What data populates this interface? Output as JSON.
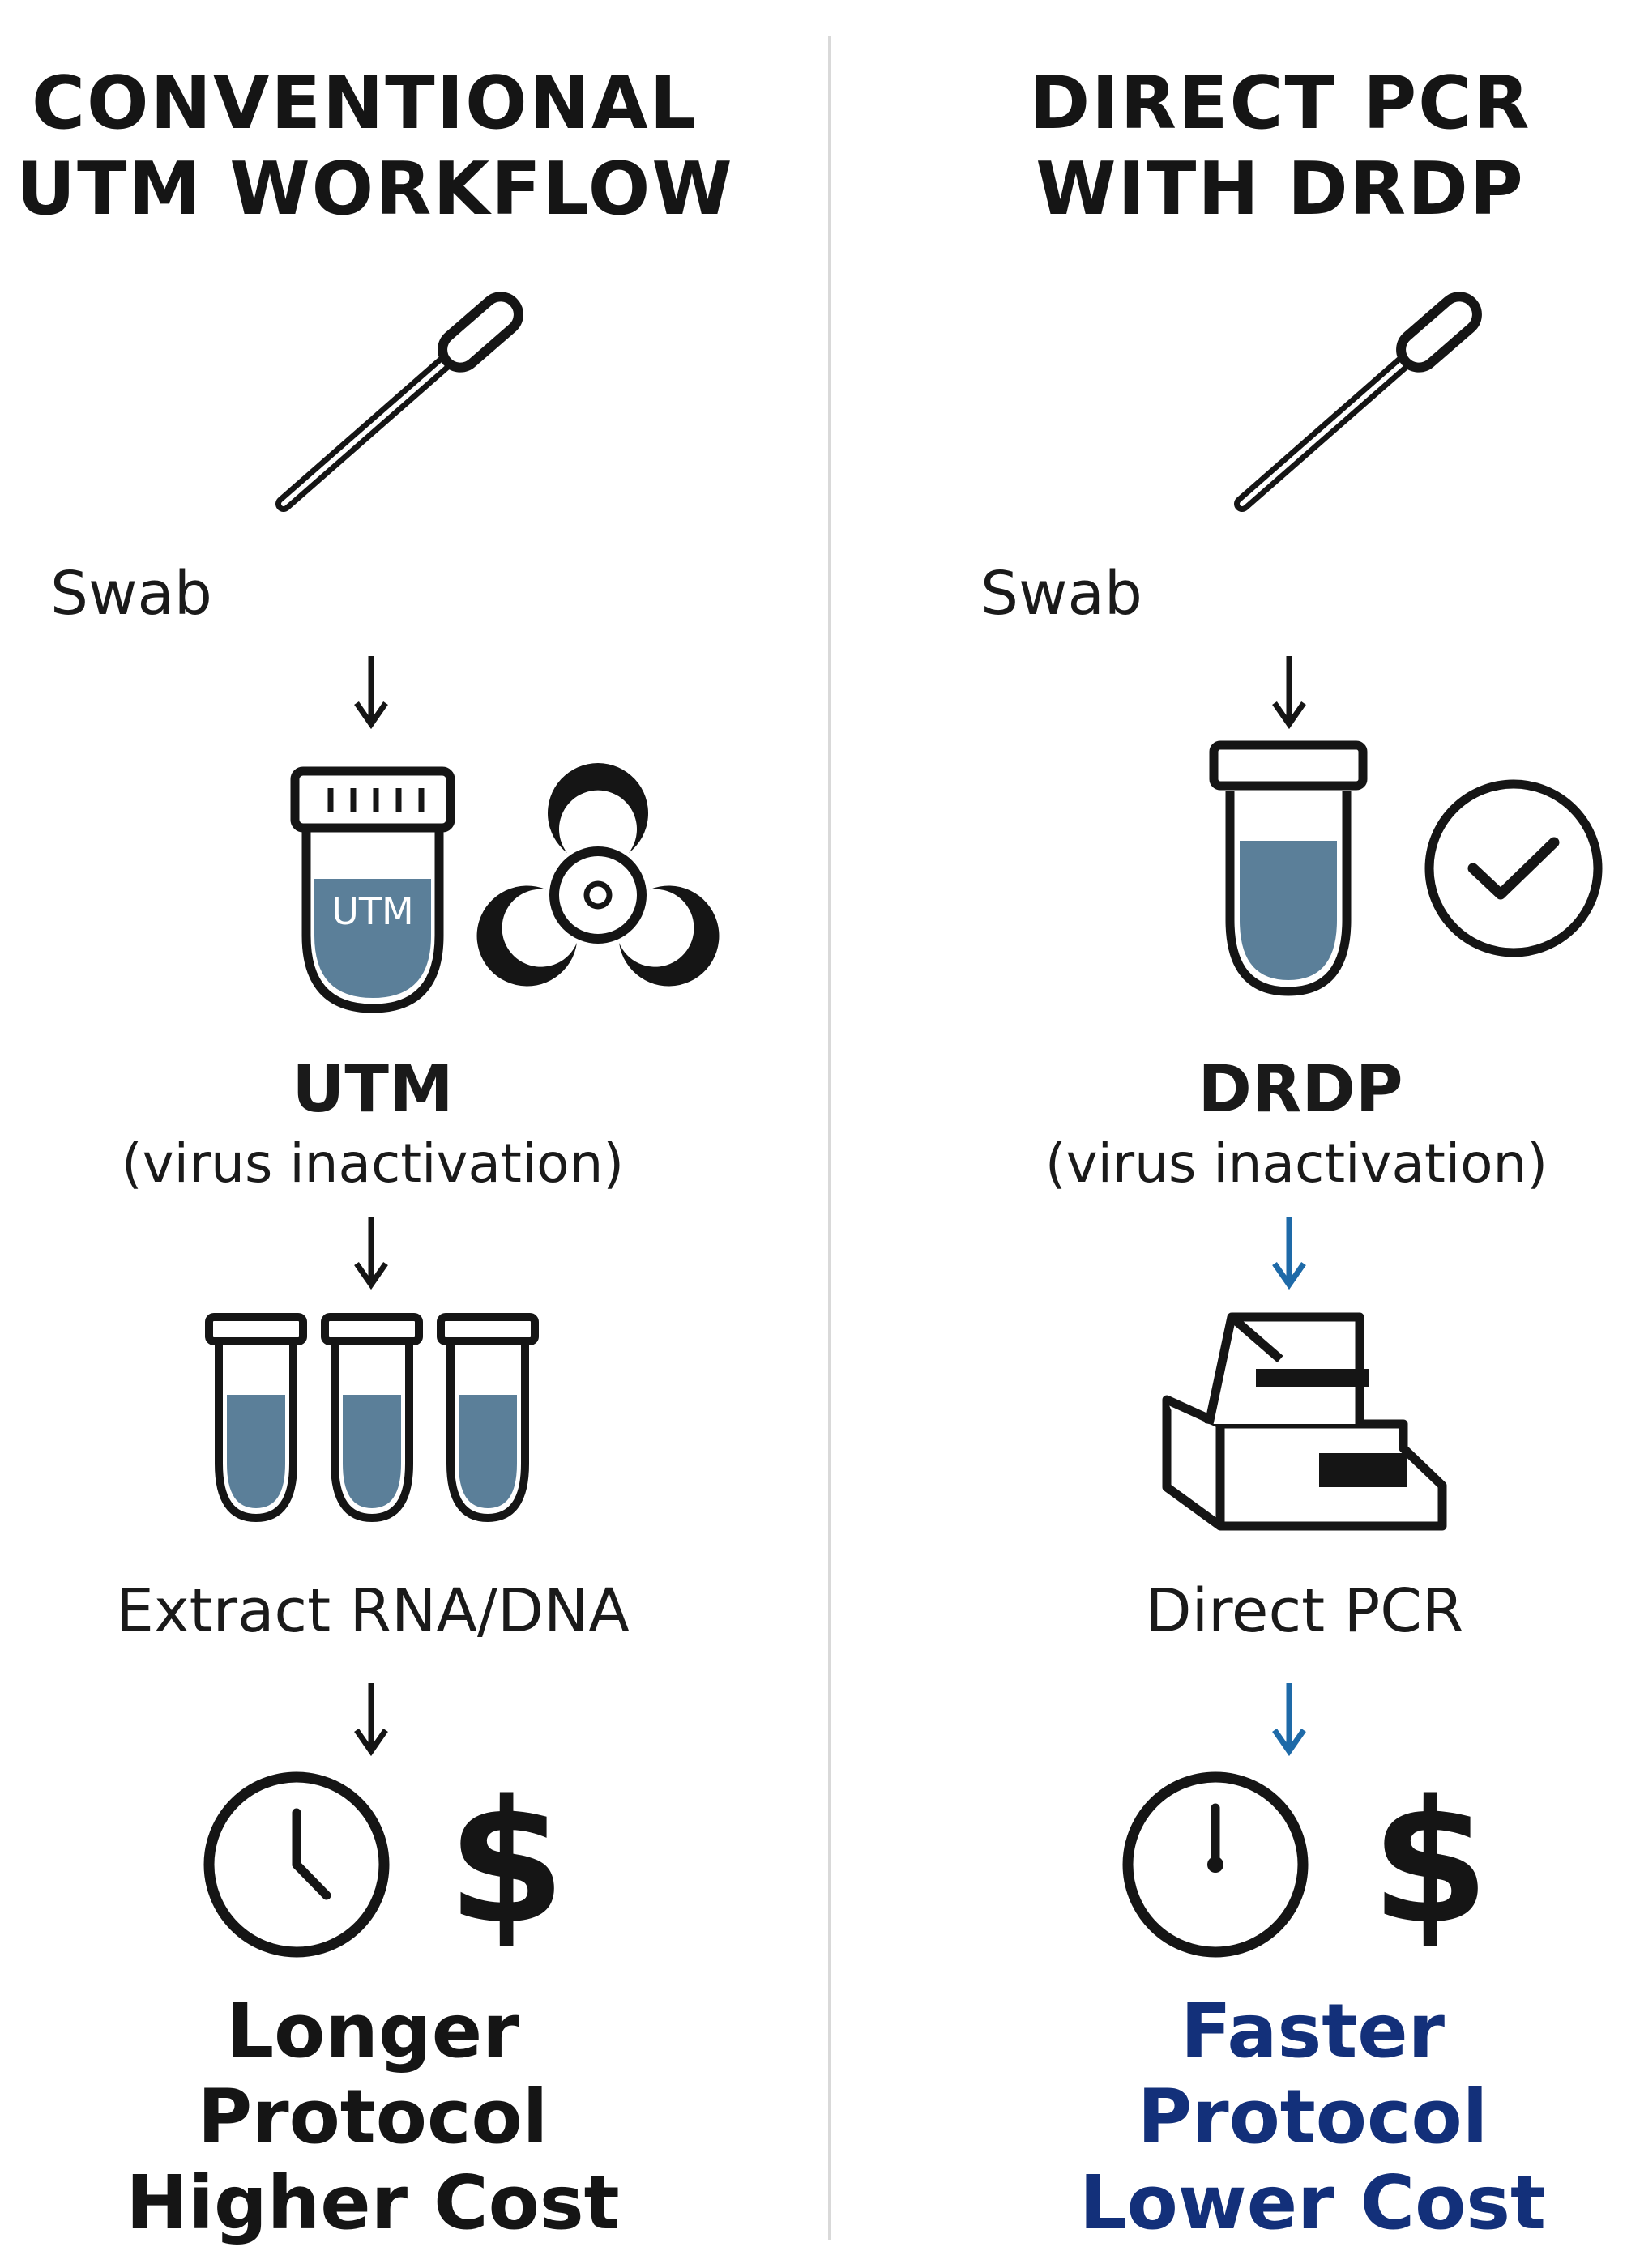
{
  "colors": {
    "ink": "#151515",
    "fluid": "#5b7f99",
    "arrow_blue": "#1e6aa8",
    "navy": "#13307a",
    "divider": "#d9d9d9"
  },
  "left": {
    "heading": [
      "CONVENTIONAL",
      "UTM WORKFLOW"
    ],
    "swab_label": "Swab",
    "tube_label": "UTM",
    "stage_title": "UTM",
    "stage_sub": "(virus inactivation)",
    "extract_label": "Extract RNA/DNA",
    "dollar": "$",
    "outcome": [
      "Longer",
      "Protocol",
      "Higher Cost"
    ],
    "icons": [
      "swab-icon",
      "tube-icon",
      "biohazard-icon",
      "test-tubes-icon",
      "clock-icon",
      "dollar-icon"
    ]
  },
  "right": {
    "heading": [
      "DIRECT PCR",
      "WITH DRDP"
    ],
    "swab_label": "Swab",
    "stage_title": "DRDP",
    "stage_sub": "(virus inactivation)",
    "pcr_label": "Direct PCR",
    "dollar": "$",
    "outcome": [
      "Faster",
      "Protocol",
      "Lower Cost"
    ],
    "icons": [
      "swab-icon",
      "tube-icon",
      "check-circle-icon",
      "pcr-machine-icon",
      "clock-icon",
      "dollar-icon"
    ]
  }
}
